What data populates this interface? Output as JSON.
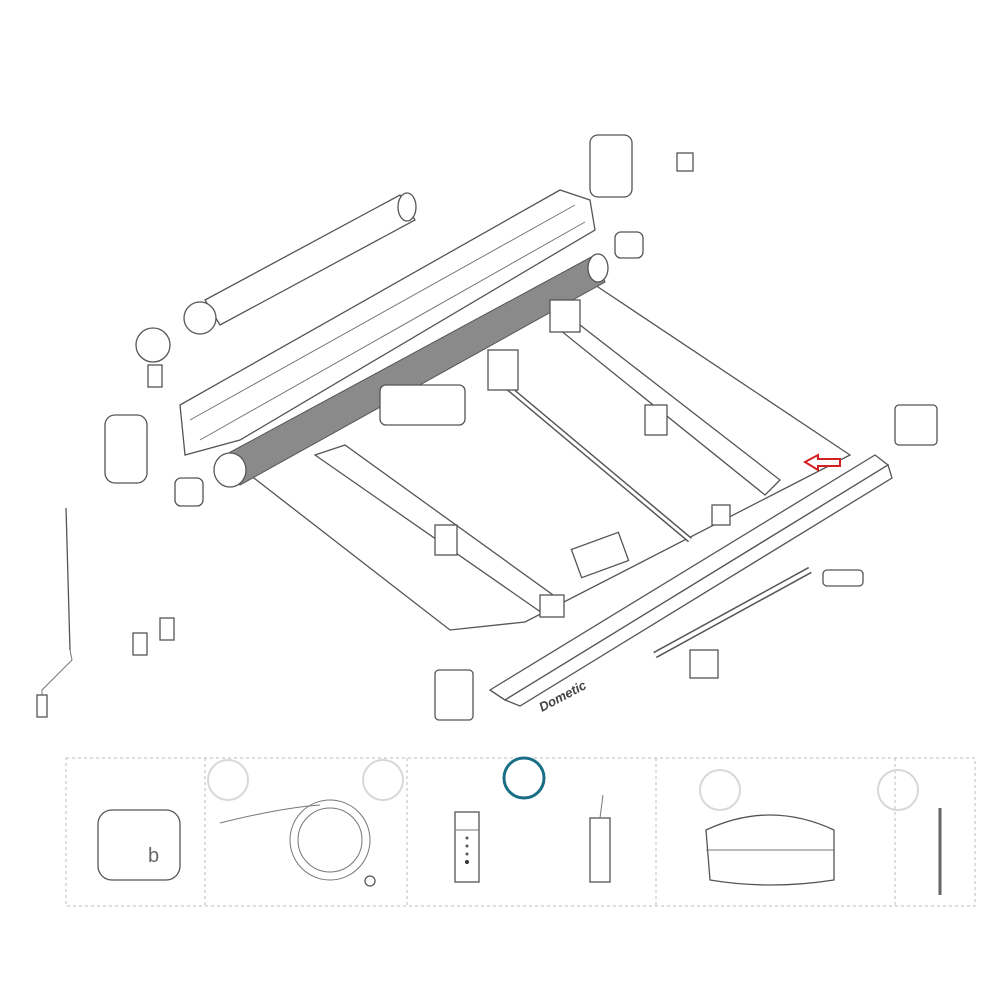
{
  "diagram": {
    "brand_logo": "Dometic",
    "colors": {
      "accent_selected": "#1a6e86",
      "hotspot": "#d8d8d8",
      "arrow": "#d42020",
      "fabric": "#8a8a8a"
    },
    "accessory_hotspots": [
      {
        "id": "cable-left",
        "selected": false
      },
      {
        "id": "cable-right",
        "selected": false
      },
      {
        "id": "remote",
        "selected": true
      },
      {
        "id": "cover",
        "selected": false
      },
      {
        "id": "crank-rod",
        "selected": false
      }
    ]
  }
}
